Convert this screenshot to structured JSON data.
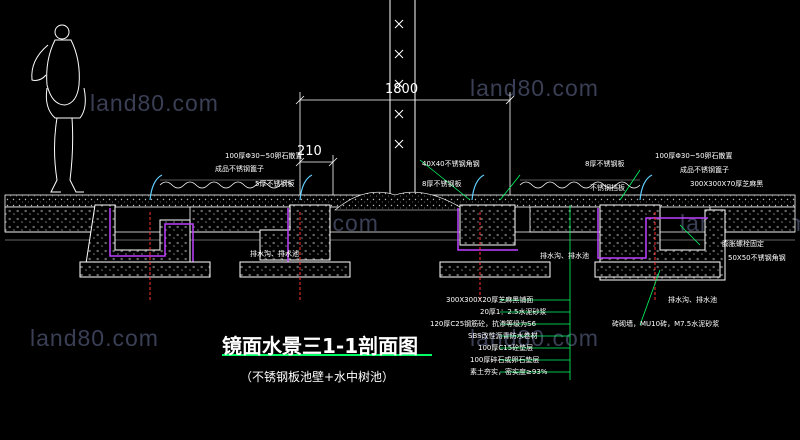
{
  "drawing": {
    "title": "镜面水景三1-1剖面图",
    "subtitle": "（不锈钢板池壁+水中树池）",
    "dimensions": {
      "overall": "1800",
      "edge": "210"
    },
    "watermark": "land80.com",
    "colors": {
      "background": "#000000",
      "outline": "#ffffff",
      "membrane": "#c040ff",
      "pipe": "#ff3030",
      "leader": "#00ff66",
      "title_underline": "#00ff66",
      "watermark": "#3a3f55"
    },
    "labels": {
      "top_left": [
        "100厚Φ30~50卵石散置",
        "成品不锈钢篦子",
        "5厚不锈钢板"
      ],
      "top_mid": [
        "40X40不锈钢角钢",
        "8厚不锈钢板"
      ],
      "top_right_a": [
        "8厚不锈钢板",
        "不锈钢挡板"
      ],
      "top_right_b": [
        "100厚Φ30~50卵石散置",
        "成品不锈钢篦子",
        "300X300X70厚芝麻黑"
      ],
      "drain_left": "排水沟、排水池",
      "drain_mid": "排水沟、排水池",
      "right_side": [
        "膨胀螺栓固定",
        "50X50不锈钢角钢"
      ],
      "drain_right": "排水沟、排水池",
      "brick": "砖砌墙，MU10砖，M7.5水泥砂浆",
      "layers": [
        "300X300X20厚芝麻黑铺面",
        "20厚1：2.5水泥砂浆",
        "120厚C25钢筋砼，抗渗等级为S6",
        "SBS改性沥青防水卷材",
        "100厚C15砼垫层",
        "100厚碎石或卵石垫层",
        "素土夯实，密实度≥93%"
      ]
    }
  }
}
